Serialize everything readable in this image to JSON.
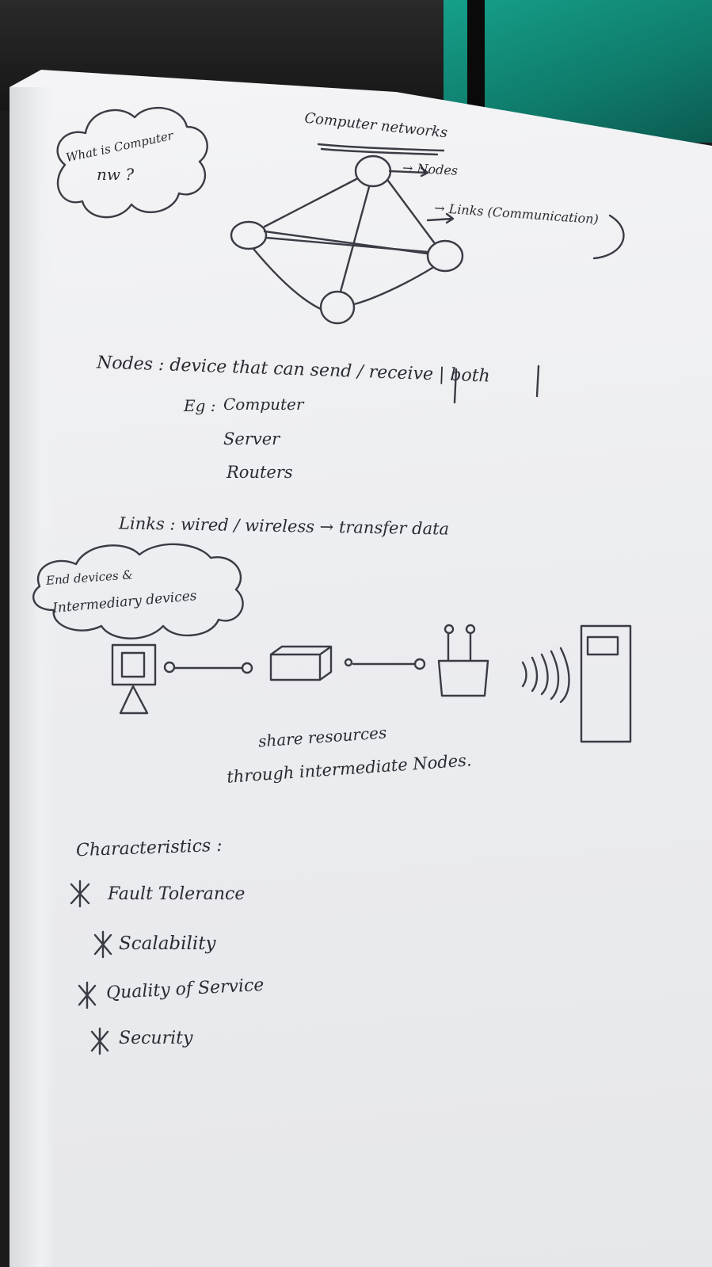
{
  "cloud_question": {
    "line1": "What is Computer",
    "line2": "nw ?"
  },
  "title": "Computer networks",
  "diagram": {
    "label_nodes": "→ Nodes",
    "label_links": "→ Links (Communication)"
  },
  "nodes": {
    "definition": "Nodes : device that can send / receive | both",
    "examples_prefix": "Eg :",
    "examples": [
      "Computer",
      "Server",
      "Routers"
    ]
  },
  "links": {
    "definition": "Links :  wired / wireless  →  transfer data"
  },
  "devices_cloud": {
    "line1": "End devices &",
    "line2": "Intermediary devices"
  },
  "share": {
    "line1": "share resources",
    "line2": "through intermediate Nodes."
  },
  "characteristics": {
    "heading": "Characteristics :",
    "items": [
      "Fault Tolerance",
      "Scalability",
      "Quality of Service",
      "Security"
    ]
  }
}
